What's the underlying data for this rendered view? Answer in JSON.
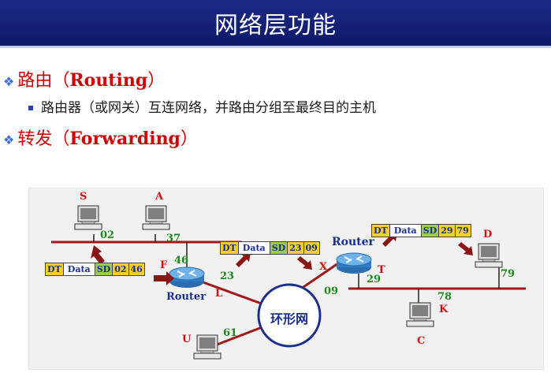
{
  "title": "网络层功能",
  "bullets": {
    "routing_cn": "路由（",
    "routing_en": "Routing",
    "routing_close": "）",
    "routing_desc": "路由器（或网关）互连网络，并路由分组至最终目的主机",
    "forwarding_cn": "转发（",
    "forwarding_en": "Forwarding",
    "forwarding_close": "）"
  },
  "diagram": {
    "labels": {
      "S": "S",
      "A": "A",
      "D": "D",
      "U": "U",
      "C": "C",
      "K": "K",
      "F": "F",
      "L": "L",
      "X": "X",
      "T": "T",
      "n02": "02",
      "n37": "37",
      "n46": "46",
      "n23": "23",
      "n09_top": "09",
      "n09": "09",
      "n29": "29",
      "n79": "79",
      "n61": "61",
      "n78": "78",
      "router_left": "Router",
      "router_right": "Router",
      "ring": "环形网"
    },
    "packet1": [
      "DT",
      "Data",
      "SD",
      "02",
      "46"
    ],
    "packet2": [
      "DT",
      "Data",
      "SD",
      "23",
      "09"
    ],
    "packet3": [
      "DT",
      "Data",
      "SD",
      "29",
      "79"
    ]
  },
  "colors": {
    "title_bg": "#0d1968",
    "red": "#d01010",
    "green": "#1a8a1a",
    "blue": "#1a2f8a"
  }
}
